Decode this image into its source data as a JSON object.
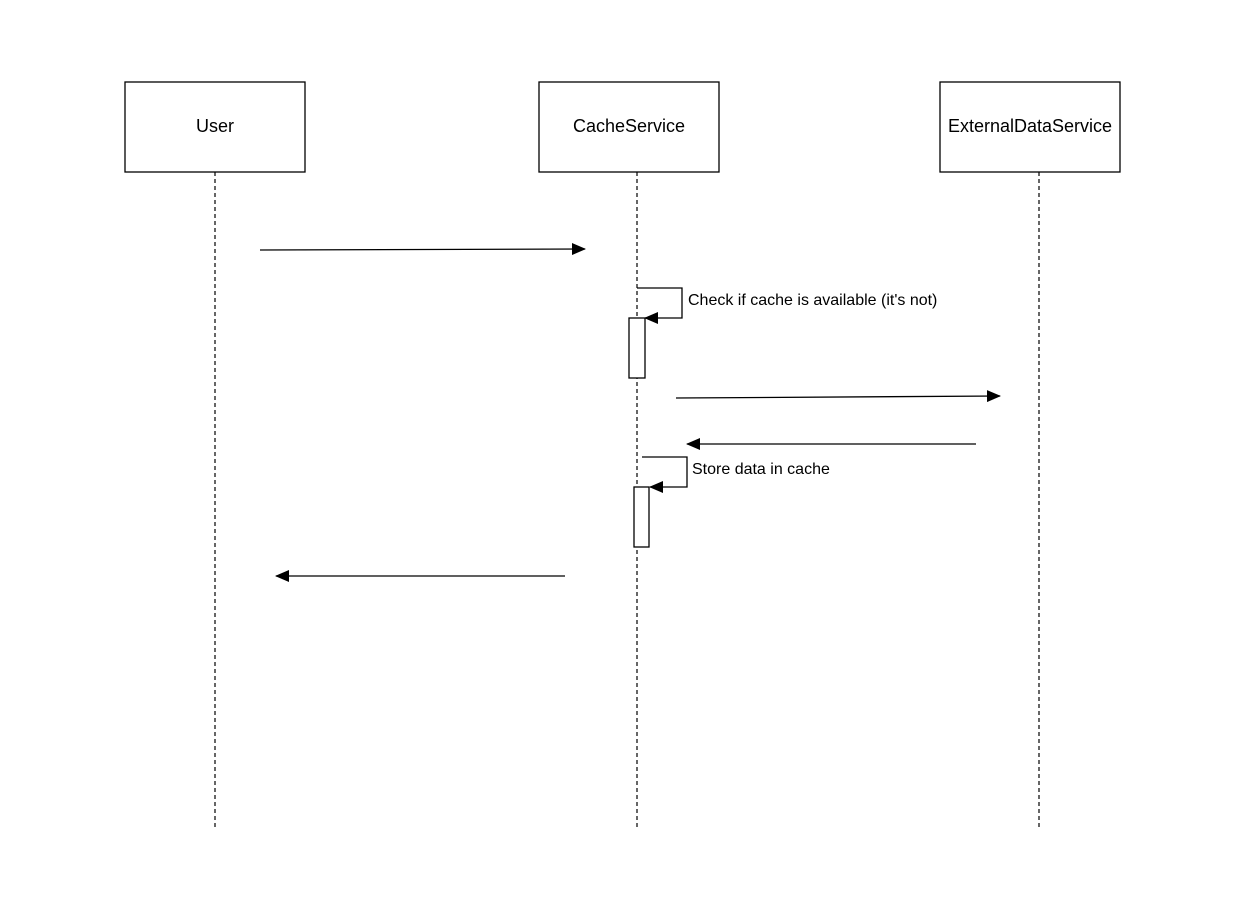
{
  "colors": {
    "stroke": "#000000",
    "background": "#ffffff",
    "box_fill": "#ffffff"
  },
  "participants": [
    {
      "id": "user",
      "label": "User"
    },
    {
      "id": "cache",
      "label": "CacheService"
    },
    {
      "id": "external",
      "label": "ExternalDataService"
    }
  ],
  "messages": [
    {
      "from": "user",
      "to": "cache",
      "type": "call",
      "label": ""
    },
    {
      "from": "cache",
      "to": "cache",
      "type": "self",
      "label": "Check if cache is available (it's not)"
    },
    {
      "from": "cache",
      "to": "external",
      "type": "call",
      "label": ""
    },
    {
      "from": "external",
      "to": "cache",
      "type": "call",
      "label": ""
    },
    {
      "from": "cache",
      "to": "cache",
      "type": "self",
      "label": "Store data in cache"
    },
    {
      "from": "cache",
      "to": "user",
      "type": "call",
      "label": ""
    }
  ]
}
